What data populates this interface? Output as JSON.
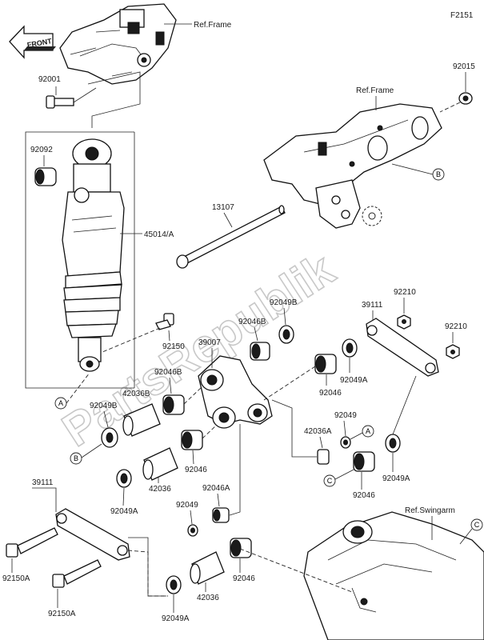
{
  "diagram_code": "F2151",
  "front_label": "FRONT",
  "watermark": "PartsRepublik",
  "references": {
    "frame_top": "Ref.Frame",
    "frame_right": "Ref.Frame",
    "swingarm": "Ref.Swingarm"
  },
  "part_labels": {
    "p92001": "92001",
    "p92092": "92092",
    "p45014A": "45014/A",
    "p13107": "13107",
    "p92015": "92015",
    "p92049B_a": "92049B",
    "p92046B_a": "92046B",
    "p92150": "92150",
    "p39007": "39007",
    "p92046B_b": "92046B",
    "p42036B": "42036B",
    "p92049B_b": "92049B",
    "p92046_a": "92046",
    "p92049A_a": "92049A",
    "p39111_a": "39111",
    "p92210_a": "92210",
    "p92210_b": "92210",
    "p42036A": "42036A",
    "p92049_a": "92049",
    "p92046_b": "92046",
    "p92049A_b": "92049A",
    "p92046_c": "92046",
    "p42036_a": "42036",
    "p92049A_c": "92049A",
    "p92046A": "92046A",
    "p92049_b": "92049",
    "p39111_b": "39111",
    "p92150A_a": "92150A",
    "p92150A_b": "92150A",
    "p92046_d": "92046",
    "p42036_b": "42036",
    "p92049A_d": "92049A"
  },
  "callouts": {
    "A": "A",
    "B": "B",
    "C": "C"
  }
}
